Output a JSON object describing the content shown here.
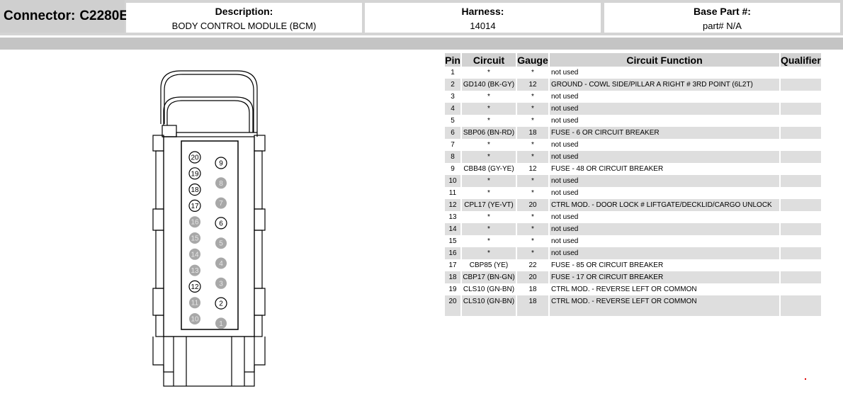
{
  "header": {
    "connector_label": "Connector:",
    "connector_value": "C2280E",
    "description_label": "Description:",
    "description_value": "BODY CONTROL MODULE (BCM)",
    "harness_label": "Harness:",
    "harness_value": "14014",
    "base_part_label": "Base Part #:",
    "base_part_value": "part# N/A"
  },
  "connector_pins": {
    "column_left": [
      {
        "n": "20",
        "active": true
      },
      {
        "n": "19",
        "active": true
      },
      {
        "n": "18",
        "active": true
      },
      {
        "n": "17",
        "active": true
      },
      {
        "n": "16",
        "active": false
      },
      {
        "n": "15",
        "active": false
      },
      {
        "n": "14",
        "active": false
      },
      {
        "n": "13",
        "active": false
      },
      {
        "n": "12",
        "active": true
      },
      {
        "n": "11",
        "active": false
      },
      {
        "n": "10",
        "active": false
      }
    ],
    "column_right": [
      {
        "n": "9",
        "active": true
      },
      {
        "n": "8",
        "active": false
      },
      {
        "n": "7",
        "active": false
      },
      {
        "n": "6",
        "active": true
      },
      {
        "n": "5",
        "active": false
      },
      {
        "n": "4",
        "active": false
      },
      {
        "n": "3",
        "active": false
      },
      {
        "n": "2",
        "active": true
      },
      {
        "n": "1",
        "active": false
      }
    ]
  },
  "table": {
    "columns": [
      "Pin",
      "Circuit",
      "Gauge",
      "Circuit Function",
      "Qualifier"
    ],
    "rows": [
      [
        "1",
        "*",
        "*",
        "not used",
        ""
      ],
      [
        "2",
        "GD140 (BK-GY)",
        "12",
        "GROUND - COWL SIDE/PILLAR A RIGHT # 3RD POINT (6L2T)",
        ""
      ],
      [
        "3",
        "*",
        "*",
        "not used",
        ""
      ],
      [
        "4",
        "*",
        "*",
        "not used",
        ""
      ],
      [
        "5",
        "*",
        "*",
        "not used",
        ""
      ],
      [
        "6",
        "SBP06 (BN-RD)",
        "18",
        "FUSE - 6 OR CIRCUIT BREAKER",
        ""
      ],
      [
        "7",
        "*",
        "*",
        "not used",
        ""
      ],
      [
        "8",
        "*",
        "*",
        "not used",
        ""
      ],
      [
        "9",
        "CBB48 (GY-YE)",
        "12",
        "FUSE - 48 OR CIRCUIT BREAKER",
        ""
      ],
      [
        "10",
        "*",
        "*",
        "not used",
        ""
      ],
      [
        "11",
        "*",
        "*",
        "not used",
        ""
      ],
      [
        "12",
        "CPL17 (YE-VT)",
        "20",
        "CTRL MOD. - DOOR LOCK # LIFTGATE/DECKLID/CARGO UNLOCK",
        ""
      ],
      [
        "13",
        "*",
        "*",
        "not used",
        ""
      ],
      [
        "14",
        "*",
        "*",
        "not used",
        ""
      ],
      [
        "15",
        "*",
        "*",
        "not used",
        ""
      ],
      [
        "16",
        "*",
        "*",
        "not used",
        ""
      ],
      [
        "17",
        "CBP85 (YE)",
        "22",
        "FUSE - 85 OR CIRCUIT BREAKER",
        ""
      ],
      [
        "18",
        "CBP17 (BN-GN)",
        "20",
        "FUSE - 17 OR CIRCUIT BREAKER",
        ""
      ],
      [
        "19",
        "CLS10 (GN-BN)",
        "18",
        "CTRL MOD. - REVERSE LEFT OR COMMON",
        ""
      ],
      [
        "20",
        "CLS10 (GN-BN)",
        "18",
        "CTRL MOD. - REVERSE LEFT OR COMMON",
        ""
      ]
    ]
  }
}
